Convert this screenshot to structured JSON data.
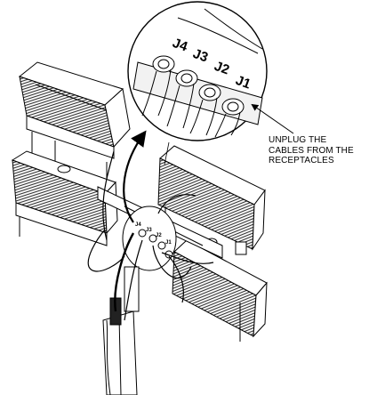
{
  "callout": {
    "lines": [
      "UNPLUG THE",
      "CABLES FROM THE",
      "RECEPTACLES"
    ]
  },
  "connectors": [
    "J4",
    "J3",
    "J2",
    "J1"
  ],
  "colors": {
    "ink": "#000000",
    "background": "#ffffff",
    "fin_shade": "#444444",
    "light_fill": "#f2f2f2"
  }
}
